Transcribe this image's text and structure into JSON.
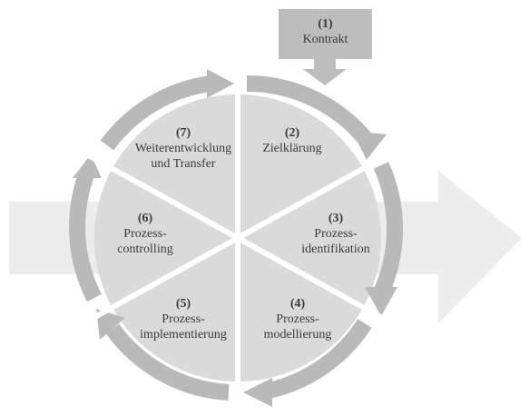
{
  "diagram": {
    "contract": {
      "number": "(1)",
      "label": "Kontrakt"
    },
    "segments": [
      {
        "number": "(2)",
        "line1": "Zielklärung",
        "line2": ""
      },
      {
        "number": "(3)",
        "line1": "Prozess-",
        "line2": "identifikation"
      },
      {
        "number": "(4)",
        "line1": "Prozess-",
        "line2": "modellierung"
      },
      {
        "number": "(5)",
        "line1": "Prozess-",
        "line2": "implementierung"
      },
      {
        "number": "(6)",
        "line1": "Prozess-",
        "line2": "controlling"
      },
      {
        "number": "(7)",
        "line1": "Weiterentwicklung",
        "line2": "und Transfer"
      }
    ]
  },
  "colors": {
    "background_arrow": "#ececec",
    "disc": "#dadada",
    "ring_arrow": "#b9b9b9",
    "contract_box": "#bdbdbd",
    "separator": "#ffffff",
    "text": "#3a3a3a"
  }
}
